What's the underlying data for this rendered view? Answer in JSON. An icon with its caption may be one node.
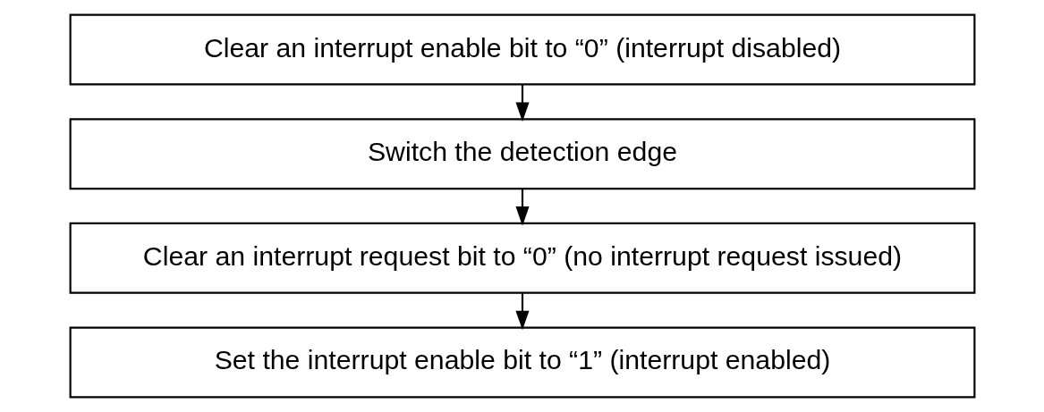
{
  "diagram": {
    "nodes": [
      {
        "text": [
          "Clear an interrupt enable bit to “0” (interrupt disabled)"
        ]
      },
      {
        "text": [
          "Switch the detection edge"
        ]
      },
      {
        "text": [
          "Clear an interrupt request bit to “0” (no interrupt request issued)"
        ]
      },
      {
        "text": [
          "Set the interrupt enable bit to “1” (interrupt enabled)"
        ]
      }
    ],
    "edges": [
      {
        "from": 0,
        "to": 1,
        "arrow": "to"
      },
      {
        "from": 1,
        "to": 2,
        "arrow": "to"
      },
      {
        "from": 2,
        "to": 3,
        "arrow": "to"
      }
    ]
  }
}
